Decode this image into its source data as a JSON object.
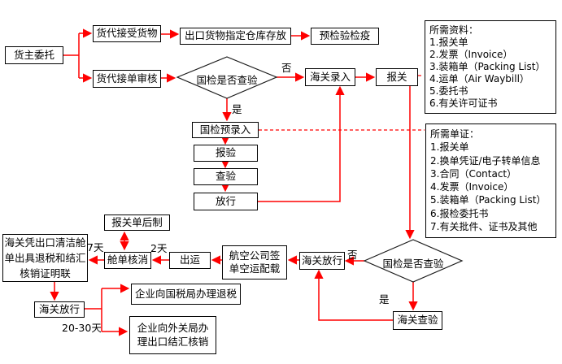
{
  "colors": {
    "connector": "#ff0000",
    "border": "#000000",
    "background": "#ffffff",
    "text": "#000000"
  },
  "nodes": {
    "owner": "货主委托",
    "forwarder_receive": "货代接受货物",
    "warehouse": "出口货物指定仓库存放",
    "pre_inspection": "预检验检疫",
    "forwarder_review": "货代接单审核",
    "ciq_check1": "国检是否查验",
    "customs_entry": "海关录入",
    "declare": "报关",
    "ciq_preentry": "国检预录入",
    "inspection_declare": "报验",
    "inspect": "查验",
    "release": "放行",
    "post_declaration": "报关单后制",
    "manifest_writeoff": "舱单核消",
    "shipment": "出运",
    "airline": "航空公司签\n单空运配载",
    "customs_cert": "海关凭出口清洁舱\n单出具退税和结汇\n核销证明联",
    "customs_release_left": "海关放行",
    "tax_refund": "企业向国税局办理退税",
    "forex_writeoff": "企业向外关局办\n理出口结汇核销",
    "customs_release_right": "海关放行",
    "ciq_check2": "国检是否查验",
    "customs_inspect": "海关查验"
  },
  "labels": {
    "no1": "否",
    "yes1": "是",
    "no2": "否",
    "yes2": "是",
    "days7": "7天",
    "days2": "2天",
    "days20_30": "20-30天"
  },
  "panels": {
    "materials": {
      "title": "所需资料：",
      "items": [
        "1.报关单",
        "2.发票（Invoice）",
        "3.装箱单（Packing List）",
        "4.运单（Air Waybill）",
        "5.委托书",
        "6.有关许可证书"
      ]
    },
    "documents": {
      "title": "所需单证：",
      "items": [
        "1.报关单",
        "2.换单凭证/电子转单信息",
        "3.合同（Contact）",
        "4.发票（Invoice）",
        "5.装箱单（Packing List）",
        "6.报检委托书",
        "7.有关批件、证书及其他"
      ]
    }
  }
}
